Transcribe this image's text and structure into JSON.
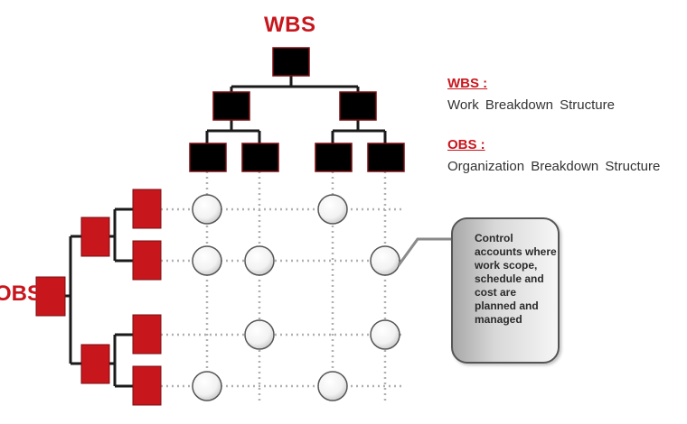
{
  "diagram": {
    "wbs_label": "WBS",
    "obs_label": "OBS",
    "colors": {
      "accent": "#c8161d",
      "wbs_box": "#000000",
      "obs_box": "#c8161d",
      "grid_line": "#b0b0b0"
    }
  },
  "legend": {
    "wbs_term": "WBS :",
    "wbs_definition": "Work  Breakdown Structure",
    "obs_term": "OBS :",
    "obs_definition": "Organization  Breakdown Structure"
  },
  "callout": {
    "text": "Control accounts where work scope, schedule and cost are planned and managed"
  }
}
